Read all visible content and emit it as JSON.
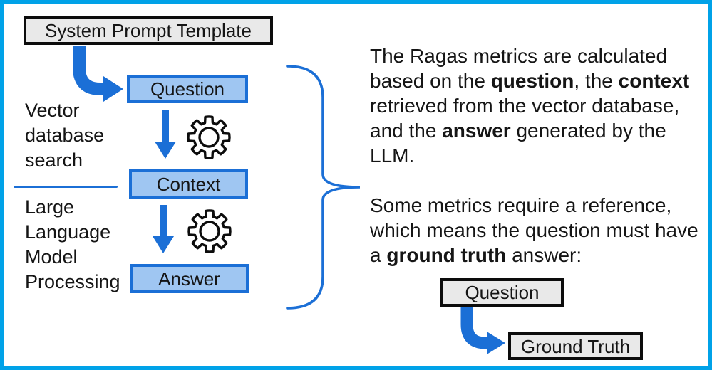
{
  "colors": {
    "accent_blue": "#1B6FD6",
    "light_blue_fill": "#9FC6F2",
    "gray_fill": "#E9E9E9",
    "frame_cyan": "#00A2E8",
    "text_ink": "#151515"
  },
  "icons": {
    "gear_icon": "outlined 8-tooth process gear",
    "down_arrow_icon": "solid blue downward arrow",
    "elbow_arrow_icon": "solid blue down-then-right elbow arrow",
    "curly_brace": "right curly brace grouping the pipeline"
  },
  "pipeline": {
    "system_prompt_box": "System Prompt Template",
    "question_box": "Question",
    "context_box": "Context",
    "answer_box": "Answer",
    "vector_label": [
      "Vector",
      "database",
      "search"
    ],
    "llm_label": [
      "Large",
      "Language",
      "Model",
      "Processing"
    ]
  },
  "explanation": {
    "para1": {
      "l1": "The Ragas metrics are calculated",
      "l2a": "based on the ",
      "l2b": "question",
      "l2c": ", the ",
      "l2d": "context",
      "l3": "retrieved from the vector database,",
      "l4a": "and the ",
      "l4b": "answer",
      "l4c": " generated by the",
      "l5": "LLM."
    },
    "para2": {
      "l1": "Some metrics require a reference,",
      "l2": "which means the question must have",
      "l3a": "a ",
      "l3b": "ground truth",
      "l3c": " answer:"
    }
  },
  "reference": {
    "question_box": "Question",
    "ground_truth_box": "Ground Truth"
  }
}
